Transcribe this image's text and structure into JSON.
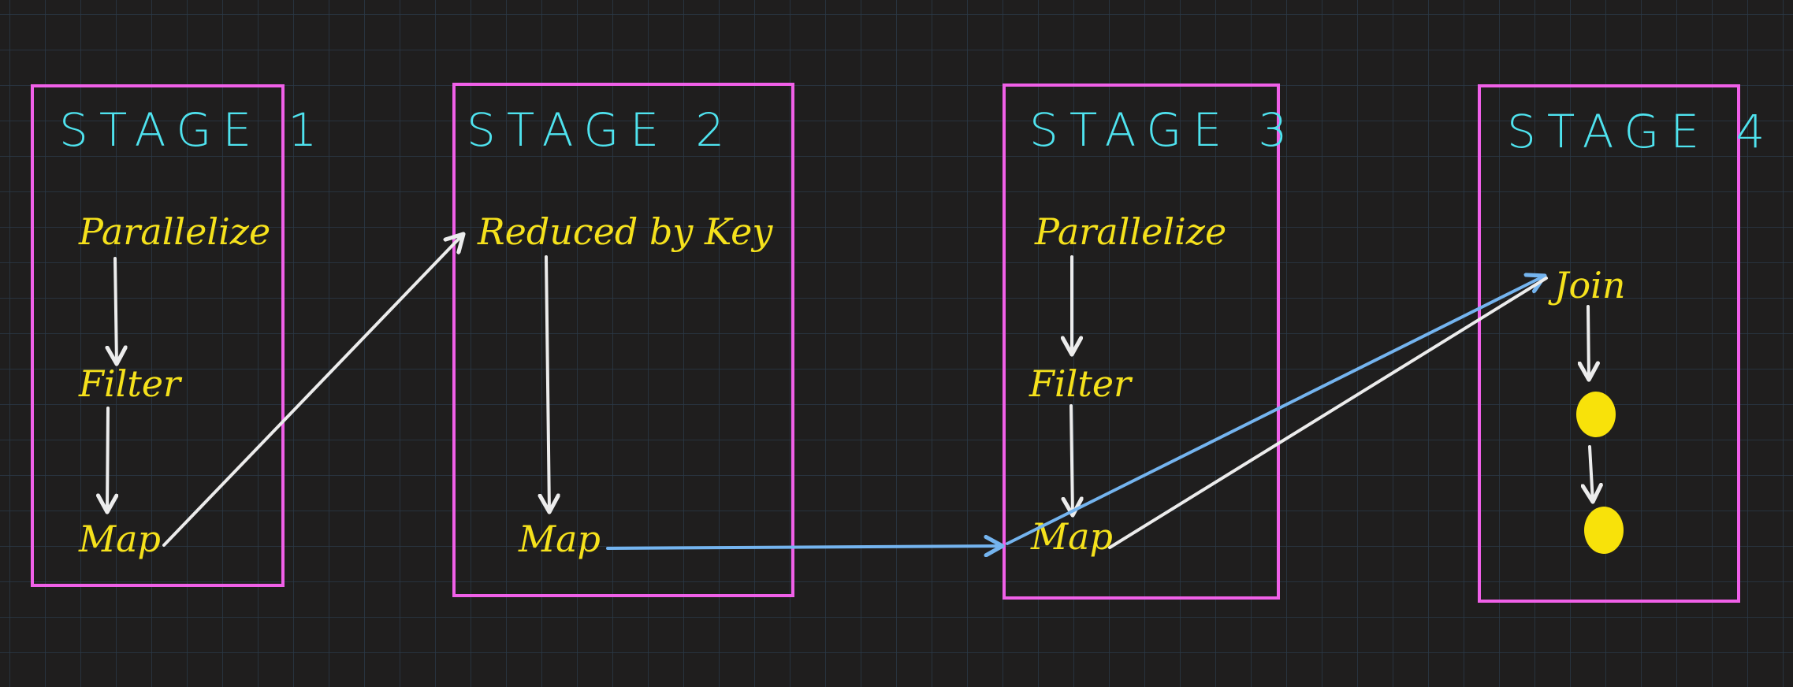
{
  "stages": [
    {
      "title": "STAGE 1",
      "nodes": [
        "Parallelize",
        "Filter",
        "Map"
      ]
    },
    {
      "title": "STAGE 2",
      "nodes": [
        "Reduced by Key",
        "Map"
      ]
    },
    {
      "title": "STAGE 3",
      "nodes": [
        "Parallelize",
        "Filter",
        "Map"
      ]
    },
    {
      "title": "STAGE 4",
      "nodes": [
        "Join"
      ]
    }
  ],
  "colors": {
    "background": "#1f1e1e",
    "grid": "#2a3a4a",
    "box_border": "#f060e8",
    "stage_title": "#4fe3ef",
    "node_label": "#f5e11c",
    "arrow_white": "#ececec",
    "arrow_blue": "#74b4ef",
    "dot": "#f8e20a"
  }
}
